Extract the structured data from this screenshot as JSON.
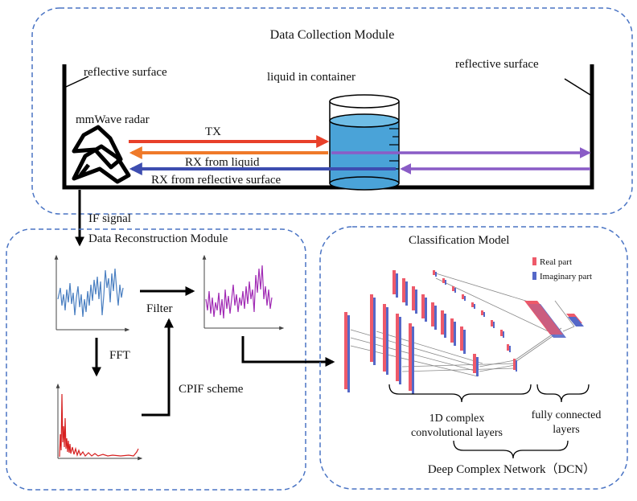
{
  "data_collection": {
    "title": "Data Collection Module",
    "reflective_left": "reflective surface",
    "reflective_right": "reflective surface",
    "liquid_label": "liquid in container",
    "radar_label": "mmWave radar",
    "tx_label": "TX",
    "rx_liquid_label": "RX from liquid",
    "rx_reflective_label": "RX from reflective surface"
  },
  "if_signal_label": "IF signal",
  "data_reconstruction": {
    "title": "Data Reconstruction Module",
    "fft_label": "FFT",
    "filter_label": "Filter",
    "cpif_label": "CPIF scheme"
  },
  "classification": {
    "title": "Classification Model",
    "legend_real": "Real part",
    "legend_imag": "Imaginary part",
    "conv_label_line1": "1D complex",
    "conv_label_line2": "convolutional layers",
    "fc_label_line1": "fully connected",
    "fc_label_line2": "layers",
    "dcn_label": "Deep Complex Network（DCN）"
  },
  "colors": {
    "dashed_border": "#4a74c4",
    "tx": "#e8402a",
    "rx_liquid": "#ef7a2a",
    "rx_reflective": "#3d4db0",
    "wave_purple": "#8a5cc6",
    "water": "#4aa3d8",
    "blue_signal": "#4a7fc1",
    "purple_signal": "#a02ab4",
    "red_signal": "#d62020",
    "real_part": "#ee5a6a",
    "imag_part": "#5568c8"
  }
}
